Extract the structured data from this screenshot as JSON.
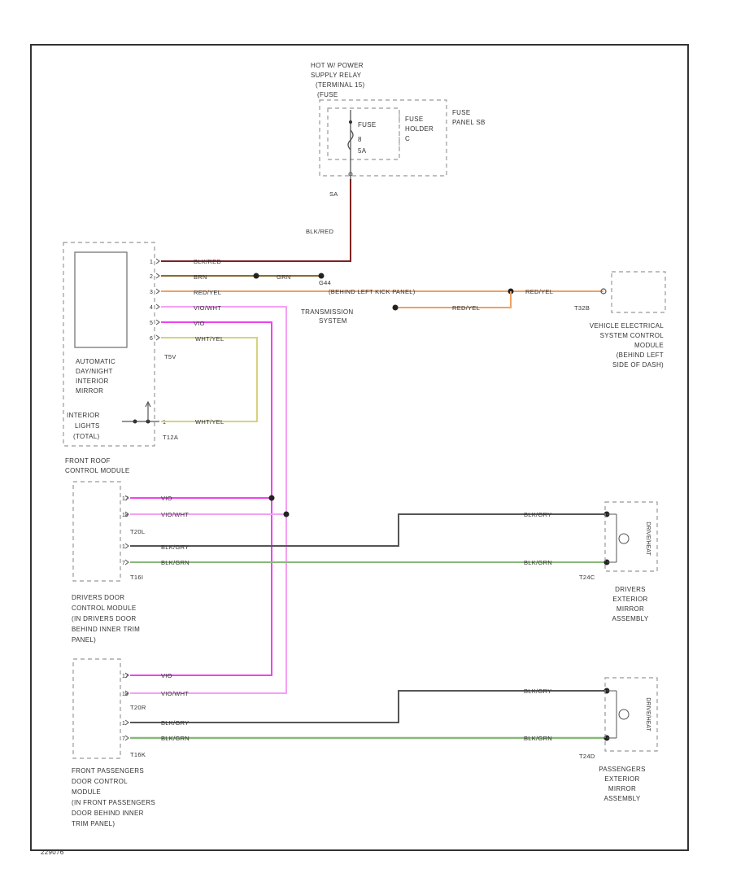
{
  "colors": {
    "border": "#333333",
    "wire_red": "#7d2222",
    "wire_brown": "#8a6b2e",
    "wire_orange": "#f0a060",
    "wire_violet": "#ee44ee",
    "wire_pink": "#f4a0f4",
    "wire_yellow": "#d7d27a",
    "wire_gray": "#555555",
    "wire_green": "#88b878"
  },
  "relay": {
    "label": [
      "HOT W/ POWER",
      "SUPPLY RELAY",
      "(TERMINAL 15)",
      "(FUSE"
    ]
  },
  "fuse": {
    "fuse_label": [
      "FUSE",
      "8",
      "5A"
    ],
    "holder_label": [
      "FUSE",
      "HOLDER",
      "C"
    ],
    "panel_label": [
      "FUSE",
      "PANEL SB"
    ],
    "pin": "SA"
  },
  "wires": {
    "blk_red": "BLK/RED",
    "blk_red2": "BLK/RED",
    "brn": "BRN",
    "grn": "GRN",
    "red_yel": "RED/YEL",
    "red_yel_note": "(BEHIND LEFT KICK PANEL)",
    "red_yel2": "RED/YEL",
    "red_yel3": "RED/YEL",
    "vio_wht": "VIO/WHT",
    "vio": "VIO",
    "wht_yel1": "WHT/YEL",
    "wht_yel2": "WHT/YEL",
    "drv_vio": "VIO",
    "drv_vio_wht": "VIO/WHT",
    "drv_blk_gry": "BLK/GRY",
    "drv_blk_grn": "BLK/GRN",
    "drv_blk_gry_r": "BLK/GRY",
    "drv_blk_grn_r": "BLK/GRN",
    "pas_vio": "VIO",
    "pas_vio_wht": "VIO/WHT",
    "pas_blk_gry": "BLK/GRY",
    "pas_blk_grn": "BLK/GRN",
    "pas_blk_gry_r": "BLK/GRY",
    "pas_blk_grn_r": "BLK/GRN"
  },
  "components": {
    "mirror": {
      "label": [
        "AUTOMATIC",
        "DAY/NIGHT",
        "INTERIOR",
        "MIRROR"
      ],
      "connector": "T5V",
      "pins": [
        "1",
        "2",
        "3",
        "4",
        "5",
        "6"
      ]
    },
    "interior_lights": {
      "label": [
        "INTERIOR",
        "LIGHTS",
        "(TOTAL)"
      ],
      "connector": "T12A",
      "pin": "1"
    },
    "roof_module": {
      "label": [
        "FRONT ROOF",
        "CONTROL MODULE"
      ]
    },
    "ground_g": "G44",
    "transmission": {
      "label": [
        "TRANSMISSION",
        "SYSTEM"
      ]
    },
    "vescm": {
      "label": [
        "VEHICLE ELECTRICAL",
        "SYSTEM CONTROL",
        "MODULE",
        "(BEHIND LEFT",
        "SIDE OF DASH)"
      ],
      "connector": "T32B"
    },
    "driver_door": {
      "label": [
        "DRIVERS DOOR",
        "CONTROL MODULE",
        "(IN DRIVERS DOOR",
        "BEHIND INNER TRIM",
        "PANEL)"
      ],
      "connector_a": "T20L",
      "connector_b": "T16I",
      "pins": [
        "17",
        "18",
        "1",
        "7"
      ]
    },
    "driver_mirror": {
      "label": [
        "DRIVERS",
        "EXTERIOR",
        "MIRROR",
        "ASSEMBLY"
      ],
      "connector": "T24C",
      "motor": "DRIVE/HEAT"
    },
    "pass_door": {
      "label": [
        "FRONT PASSENGERS",
        "DOOR CONTROL",
        "MODULE",
        "(IN FRONT PASSENGERS",
        "DOOR BEHIND INNER",
        "TRIM PANEL)"
      ],
      "connector_a": "T20R",
      "connector_b": "T16K",
      "pins": [
        "17",
        "18",
        "1",
        "7"
      ]
    },
    "pass_mirror": {
      "label": [
        "PASSENGERS",
        "EXTERIOR",
        "MIRROR",
        "ASSEMBLY"
      ],
      "connector": "T24D",
      "motor": "DRIVE/HEAT"
    }
  },
  "footer": "229076"
}
